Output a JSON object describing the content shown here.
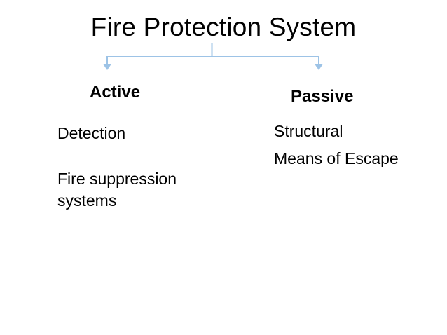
{
  "slide": {
    "title": "Fire Protection System",
    "background_color": "#ffffff",
    "text_color": "#000000"
  },
  "connector": {
    "name": "branching-connector",
    "line_color": "#9DC3E6",
    "stem_label": "",
    "left_arrow_label": "",
    "right_arrow_label": ""
  },
  "branches": [
    {
      "id": "active",
      "heading": "Active",
      "items": [
        "Detection",
        "Fire suppression systems"
      ]
    },
    {
      "id": "passive",
      "heading": "Passive",
      "items": [
        "Structural",
        "Means of Escape"
      ]
    }
  ]
}
